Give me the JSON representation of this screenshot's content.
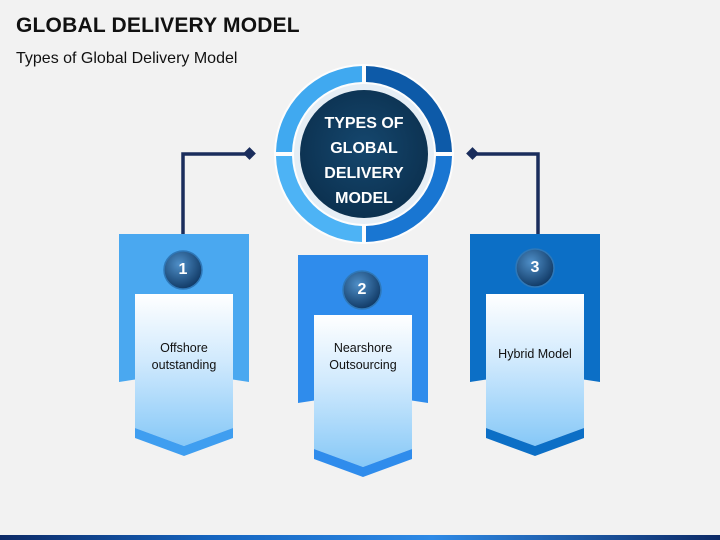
{
  "header": {
    "title": "GLOBAL DELIVERY MODEL",
    "subtitle": "Types of Global Delivery Model"
  },
  "center": {
    "label": "TYPES OF GLOBAL DELIVERY MODEL"
  },
  "types": [
    {
      "number": "1",
      "label": "Offshore outstanding"
    },
    {
      "number": "2",
      "label": "Nearshore Outsourcing"
    },
    {
      "number": "3",
      "label": "Hybrid Model"
    }
  ],
  "colors": {
    "dark_navy": "#0e3a5c",
    "connector": "#1a2d5c",
    "ring_light": "#40a9f0",
    "ring_dark": "#0d5aa8",
    "ring_mid": "#1976d2",
    "card1_back": "#4aa8f0",
    "card2_back": "#2f8cec",
    "card3_back": "#0c6fc6"
  }
}
